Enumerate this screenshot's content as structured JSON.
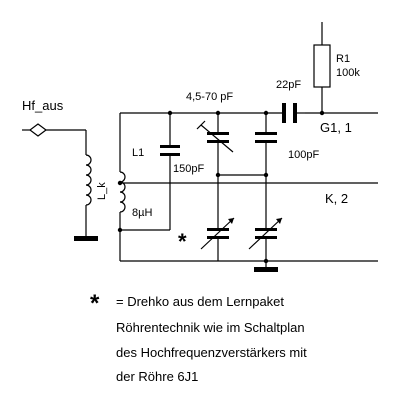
{
  "schematic": {
    "labels": {
      "hf_out": "Hf_aus",
      "l1": "L1",
      "lk": "L_k",
      "l_value": "8µH",
      "c_fixed": "150pF",
      "c_trim": "4,5-70 pF",
      "c_series": "22pF",
      "c_100": "100pF",
      "r1_name": "R1",
      "r1_value": "100k",
      "g1": "G1, 1",
      "k": "K, 2",
      "star": "*"
    }
  },
  "legend": {
    "star": "*",
    "line1": "= Drehko aus dem Lernpaket",
    "line2": "Röhrentechnik wie im Schaltplan",
    "line3": "des Hochfrequenzverstärkers mit",
    "line4": "der Röhre 6J1"
  }
}
